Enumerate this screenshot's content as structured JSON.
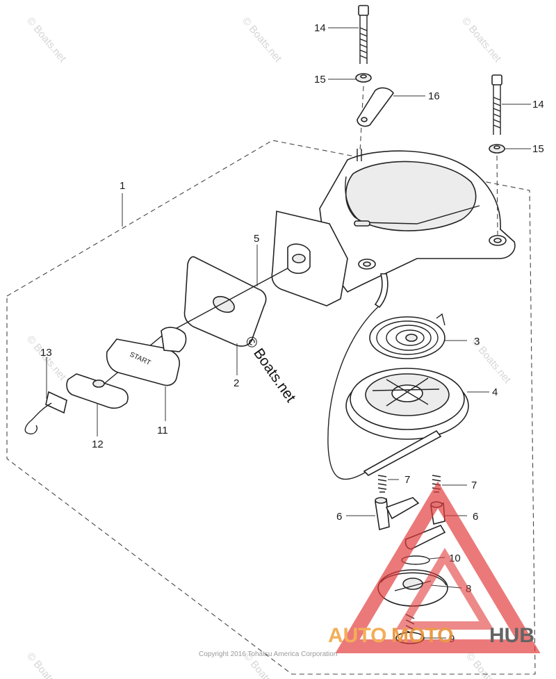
{
  "callouts": {
    "c1": "1",
    "c2": "2",
    "c3": "3",
    "c4": "4",
    "c5": "5",
    "c6a": "6",
    "c6b": "6",
    "c7a": "7",
    "c7b": "7",
    "c8": "8",
    "c9": "9",
    "c10": "10",
    "c11": "11",
    "c12": "12",
    "c13": "13",
    "c14a": "14",
    "c14b": "14",
    "c15a": "15",
    "c15b": "15",
    "c16": "16"
  },
  "handle_label": "START",
  "watermark": {
    "small": "© Boats.net",
    "center": "© Boats.net"
  },
  "copyright": "Copyright 2016 Tohatsu America Corporation",
  "logo": {
    "part1": "AUTO",
    "part2": "MOTO",
    "part3": "HUB"
  },
  "colors": {
    "logo_red": "#e23b3b",
    "logo_orange": "#f2a13a",
    "logo_dark": "#4a4a4a",
    "line": "#222222"
  }
}
